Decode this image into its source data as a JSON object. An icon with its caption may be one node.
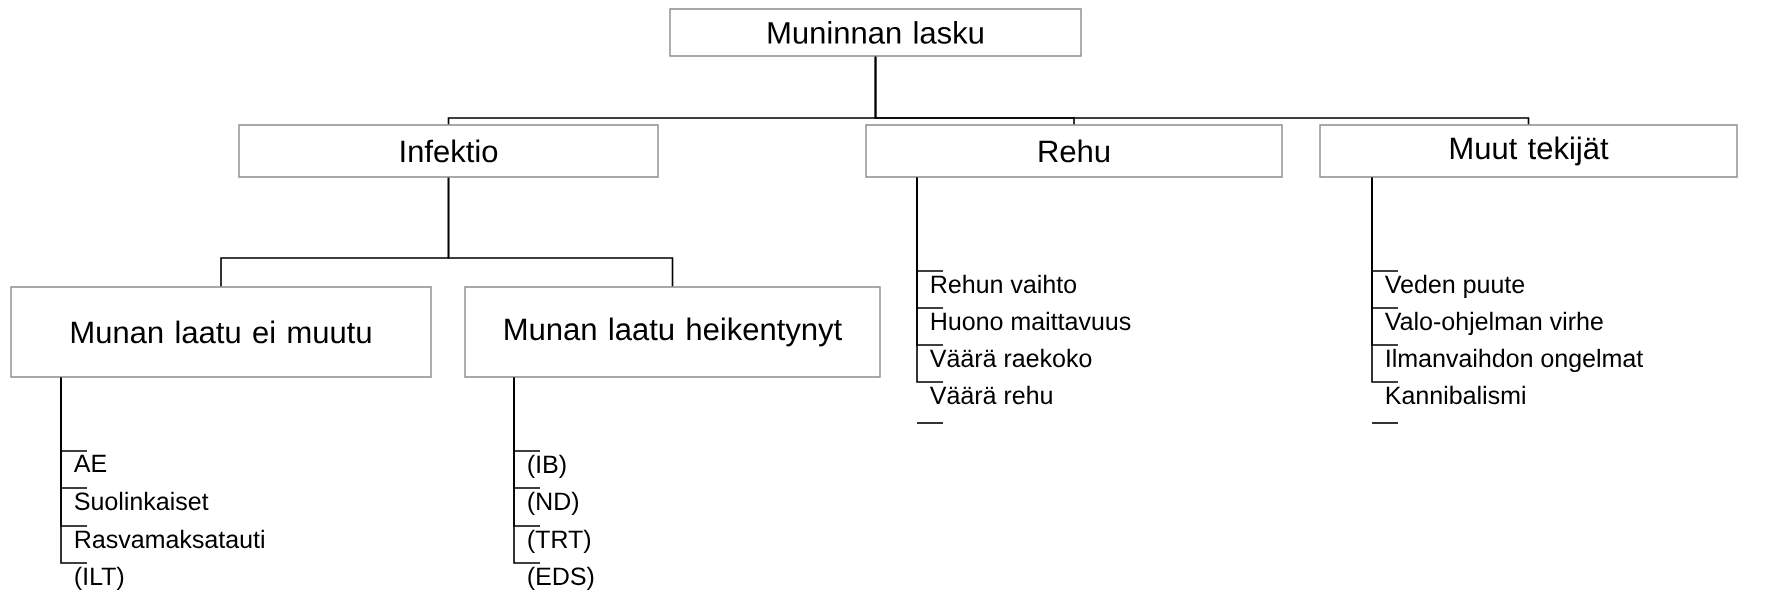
{
  "diagram": {
    "nodes": [
      {
        "text": [
          "Muninnan lasku"
        ]
      },
      {
        "text": [
          "Infektio"
        ]
      },
      {
        "text": [
          "Rehu"
        ]
      },
      {
        "text": [
          "Muut tekijät"
        ]
      },
      {
        "text": [
          "Munan laatu ei muutu"
        ]
      },
      {
        "text": [
          "Munan laatu heikentynyt"
        ]
      },
      {
        "text": [
          "AE"
        ]
      },
      {
        "text": [
          "Suolinkaiset"
        ]
      },
      {
        "text": [
          "Rasvamaksatauti"
        ]
      },
      {
        "text": [
          "(ILT)"
        ]
      },
      {
        "text": [
          "(IB)"
        ]
      },
      {
        "text": [
          "(ND)"
        ]
      },
      {
        "text": [
          "(TRT)"
        ]
      },
      {
        "text": [
          "(EDS)"
        ]
      },
      {
        "text": [
          "Rehun vaihto"
        ]
      },
      {
        "text": [
          "Huono maittavuus"
        ]
      },
      {
        "text": [
          "Väärä raekoko"
        ]
      },
      {
        "text": [
          "Väärä rehu"
        ]
      },
      {
        "text": [
          "Veden puute"
        ]
      },
      {
        "text": [
          "Valo-ohjelman virhe"
        ]
      },
      {
        "text": [
          "Ilmanvaihdon ongelmat"
        ]
      },
      {
        "text": [
          "Kannibalismi"
        ]
      }
    ],
    "edges": [
      {
        "from": 0,
        "to": 1,
        "arrow": "none"
      },
      {
        "from": 0,
        "to": 2,
        "arrow": "none"
      },
      {
        "from": 0,
        "to": 3,
        "arrow": "none"
      },
      {
        "from": 1,
        "to": 4,
        "arrow": "none"
      },
      {
        "from": 1,
        "to": 5,
        "arrow": "none"
      },
      {
        "from": 4,
        "to": 6,
        "arrow": "none"
      },
      {
        "from": 4,
        "to": 7,
        "arrow": "none"
      },
      {
        "from": 4,
        "to": 8,
        "arrow": "none"
      },
      {
        "from": 4,
        "to": 9,
        "arrow": "none"
      },
      {
        "from": 5,
        "to": 10,
        "arrow": "none"
      },
      {
        "from": 5,
        "to": 11,
        "arrow": "none"
      },
      {
        "from": 5,
        "to": 12,
        "arrow": "none"
      },
      {
        "from": 5,
        "to": 13,
        "arrow": "none"
      },
      {
        "from": 2,
        "to": 14,
        "arrow": "none"
      },
      {
        "from": 2,
        "to": 15,
        "arrow": "none"
      },
      {
        "from": 2,
        "to": 16,
        "arrow": "none"
      },
      {
        "from": 2,
        "to": 17,
        "arrow": "none"
      },
      {
        "from": 3,
        "to": 18,
        "arrow": "none"
      },
      {
        "from": 3,
        "to": 19,
        "arrow": "none"
      },
      {
        "from": 3,
        "to": 20,
        "arrow": "none"
      },
      {
        "from": 3,
        "to": 21,
        "arrow": "none"
      }
    ]
  }
}
